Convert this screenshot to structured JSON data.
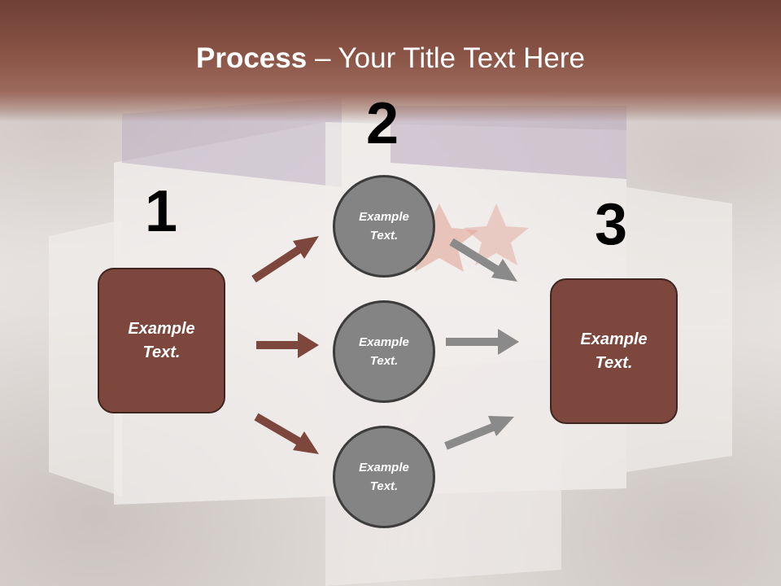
{
  "slide": {
    "title_bold": "Process",
    "title_rest": " – Your Title Text Here"
  },
  "steps": {
    "number_1": "1",
    "number_2": "2",
    "number_3": "3"
  },
  "left_box": {
    "label": "Example Text."
  },
  "circles": [
    {
      "label": "Example Text."
    },
    {
      "label": "Example Text."
    },
    {
      "label": "Example Text."
    }
  ],
  "right_box": {
    "label": "Example Text."
  },
  "colors": {
    "title_band": "#8a5446",
    "box_fill": "#7d473d",
    "circle_fill": "#848484",
    "arrow_brown": "#7d473d",
    "arrow_gray": "#8a8a8a"
  }
}
